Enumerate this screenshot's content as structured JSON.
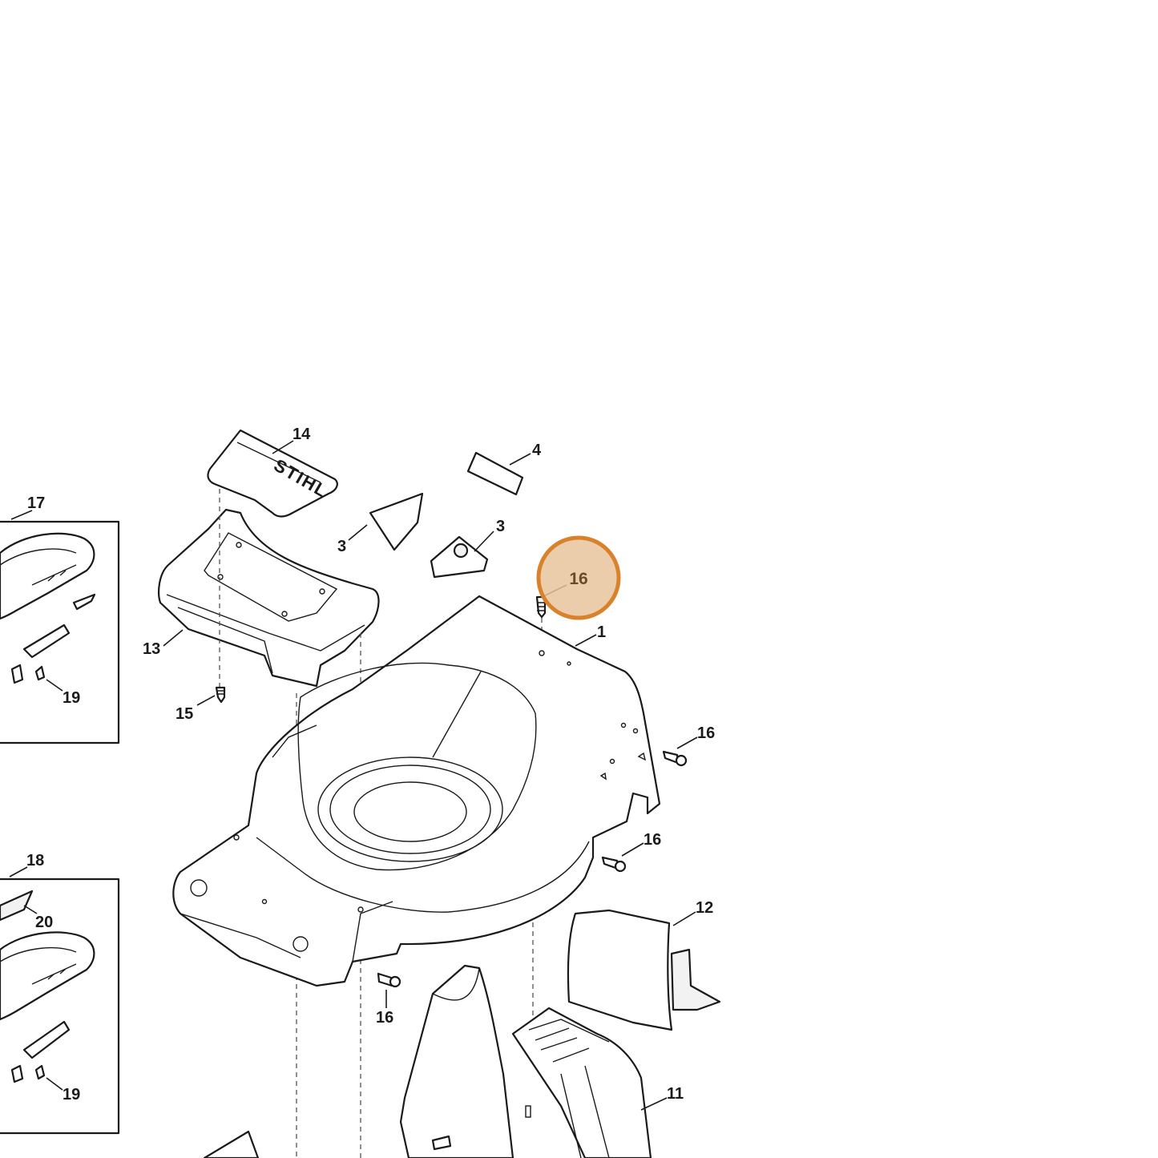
{
  "diagram": {
    "callouts": {
      "c1": "1",
      "c3a": "3",
      "c3b": "3",
      "c4": "4",
      "c11": "11",
      "c12": "12",
      "c13": "13",
      "c14": "14",
      "c15": "15",
      "c16_right_top": "16",
      "c16_right_mid": "16",
      "c16_bottom": "16",
      "c17": "17",
      "c18": "18",
      "c19_top": "19",
      "c19_bottom": "19",
      "c20": "20"
    },
    "highlight": {
      "label": "16",
      "fill_color": "#e8c39c",
      "stroke_color": "#d9822b",
      "text_color": "#6b4a2a"
    },
    "logo_text": "STIHL"
  }
}
